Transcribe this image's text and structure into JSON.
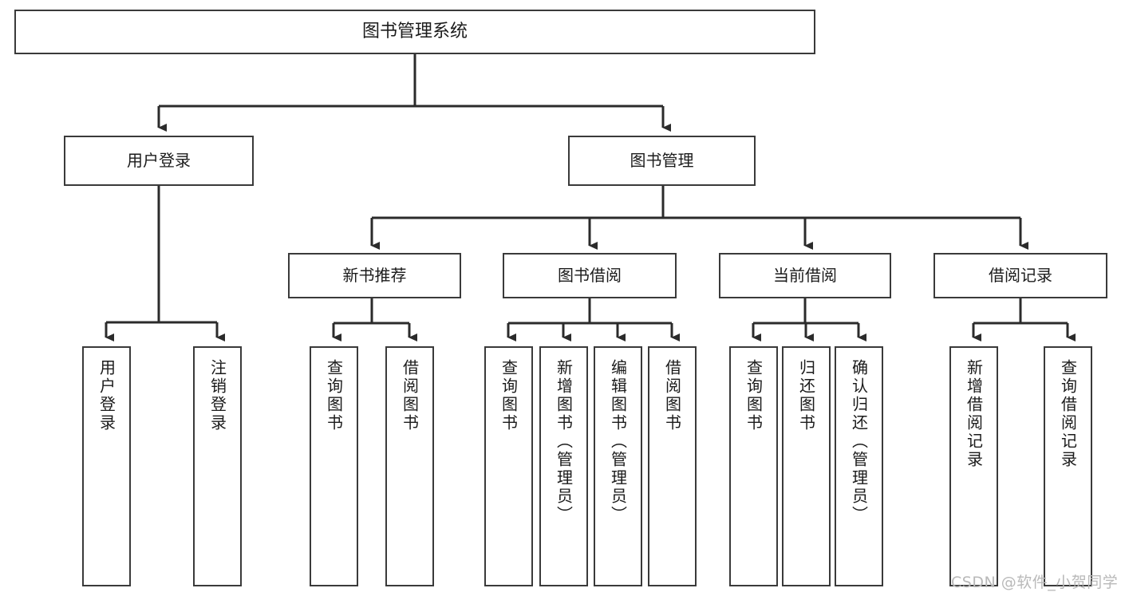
{
  "diagram": {
    "type": "tree-hierarchy",
    "title": "图书管理系统",
    "root": {
      "id": "root",
      "label": "图书管理系统"
    },
    "level1": [
      {
        "id": "user-login",
        "label": "用户登录"
      },
      {
        "id": "book-manage",
        "label": "图书管理"
      }
    ],
    "level2": [
      {
        "id": "new-book-recommend",
        "label": "新书推荐",
        "parent": "book-manage"
      },
      {
        "id": "book-borrow",
        "label": "图书借阅",
        "parent": "book-manage"
      },
      {
        "id": "current-borrow",
        "label": "当前借阅",
        "parent": "book-manage"
      },
      {
        "id": "borrow-record",
        "label": "借阅记录",
        "parent": "book-manage"
      }
    ],
    "leaves": [
      {
        "id": "leaf-user-login",
        "label": "用户登录",
        "parent": "user-login"
      },
      {
        "id": "leaf-user-logout",
        "label": "注销登录",
        "parent": "user-login"
      },
      {
        "id": "leaf-query-book-1",
        "label": "查询图书",
        "parent": "new-book-recommend"
      },
      {
        "id": "leaf-borrow-book-1",
        "label": "借阅图书",
        "parent": "new-book-recommend"
      },
      {
        "id": "leaf-query-book-2",
        "label": "查询图书",
        "parent": "book-borrow"
      },
      {
        "id": "leaf-add-book",
        "label": "新增图书（管理员）",
        "parent": "book-borrow"
      },
      {
        "id": "leaf-edit-book",
        "label": "编辑图书（管理员）",
        "parent": "book-borrow"
      },
      {
        "id": "leaf-borrow-book-2",
        "label": "借阅图书",
        "parent": "book-borrow"
      },
      {
        "id": "leaf-query-book-3",
        "label": "查询图书",
        "parent": "current-borrow"
      },
      {
        "id": "leaf-return-book",
        "label": "归还图书",
        "parent": "current-borrow"
      },
      {
        "id": "leaf-confirm-return",
        "label": "确认归还（管理员）",
        "parent": "current-borrow"
      },
      {
        "id": "leaf-add-record",
        "label": "新增借阅记录",
        "parent": "borrow-record"
      },
      {
        "id": "leaf-query-record",
        "label": "查询借阅记录",
        "parent": "borrow-record"
      }
    ],
    "watermark": "CSDN @软件_小贺同学",
    "colors": {
      "box_border": "#3a3a3a",
      "box_fill": "#ffffff",
      "connector": "#2b2b2b",
      "text": "#1b1b1b",
      "watermark": "#b9b9b9",
      "background": "#ffffff"
    }
  }
}
